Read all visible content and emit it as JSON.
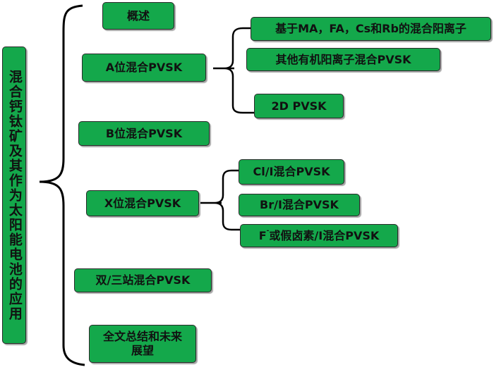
{
  "root": {
    "label": "混合钙钛矿及其作为太阳能电池的应用"
  },
  "branches": [
    {
      "id": "overview",
      "label": "概述"
    },
    {
      "id": "a_site",
      "label": "A位混合PVSK"
    },
    {
      "id": "b_site",
      "label": "B位混合PVSK"
    },
    {
      "id": "x_site",
      "label": "X位混合PVSK"
    },
    {
      "id": "dual_triple",
      "label": "双/三站混合PVSK"
    },
    {
      "id": "summary",
      "label": "全文总结和未来展望"
    }
  ],
  "a_site_children": [
    {
      "label": "基于MA，FA，Cs和Rb的混合阳离子"
    },
    {
      "label": "其他有机阳离子混合PVSK"
    },
    {
      "label": "2D PVSK"
    }
  ],
  "x_site_children": [
    {
      "label": "Cl/I混合PVSK"
    },
    {
      "label": "Br/I混合PVSK"
    },
    {
      "label_prefix": "F",
      "label_sup": "-",
      "label_suffix": "或假卤素/I混合PVSK"
    }
  ],
  "colors": {
    "box_fill": "#14a84b",
    "border": "#2a2a2a",
    "line": "#000000"
  }
}
